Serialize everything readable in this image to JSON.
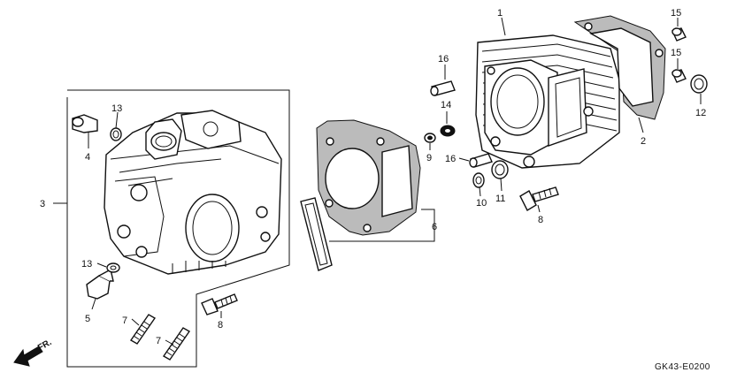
{
  "diagram": {
    "callouts": {
      "c1": "1",
      "c2": "2",
      "c3": "3",
      "c4": "4",
      "c5": "5",
      "c6": "6",
      "c7a": "7",
      "c7b": "7",
      "c8a": "8",
      "c8b": "8",
      "c9": "9",
      "c10": "10",
      "c11": "11",
      "c12": "12",
      "c13a": "13",
      "c13b": "13",
      "c14": "14",
      "c15a": "15",
      "c15b": "15",
      "c16a": "16",
      "c16b": "16"
    },
    "direction_label": "FR.",
    "diagram_code": "GK43-E0200"
  }
}
